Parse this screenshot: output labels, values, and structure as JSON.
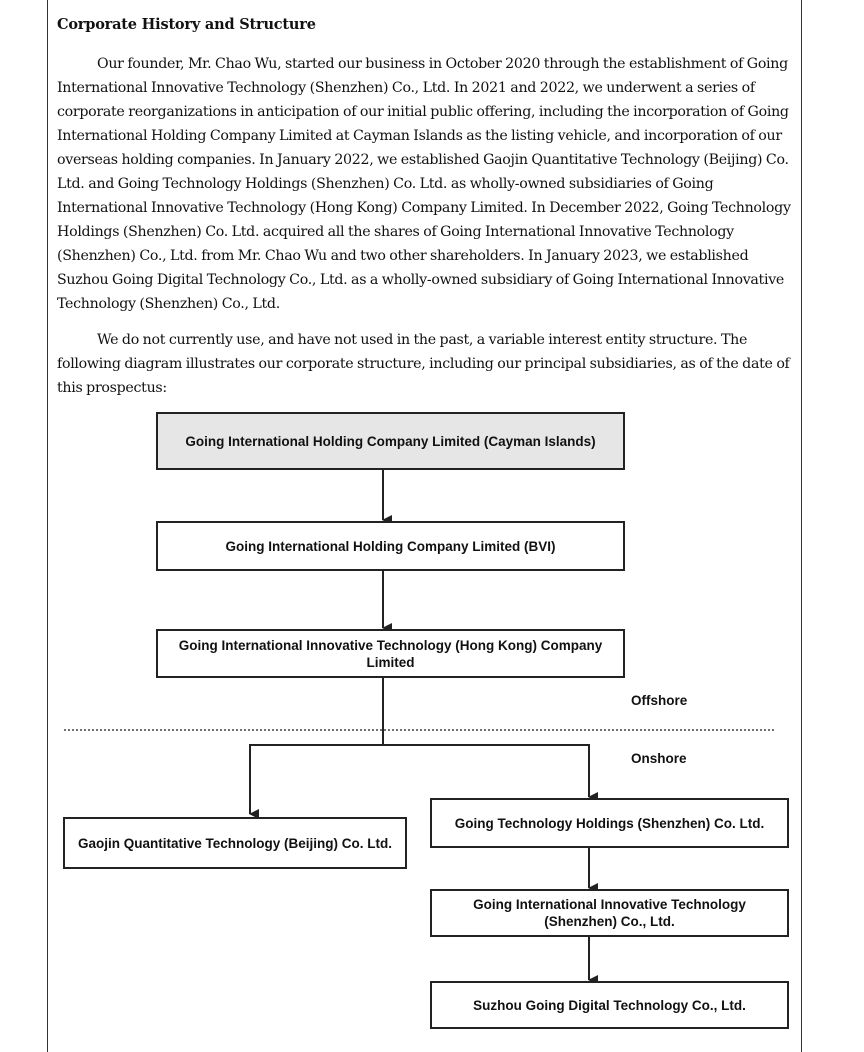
{
  "section": {
    "heading": "Corporate History and Structure",
    "paragraphs": [
      "Our founder, Mr. Chao Wu, started our business in October 2020 through the establishment of Going International Innovative Technology (Shenzhen) Co., Ltd. In 2021 and 2022, we underwent a series of corporate reorganizations in anticipation of our initial public offering, including the incorporation of Going International Holding Company Limited at Cayman Islands as the listing vehicle, and incorporation of our overseas holding companies. In January 2022, we established Gaojin Quantitative Technology (Beijing) Co. Ltd. and Going Technology Holdings (Shenzhen) Co. Ltd. as wholly-owned subsidiaries of Going International Innovative Technology (Hong Kong) Company Limited. In December 2022, Going Technology Holdings (Shenzhen) Co. Ltd. acquired all the shares of Going International Innovative Technology (Shenzhen) Co., Ltd. from Mr. Chao Wu and two other shareholders. In January 2023, we established Suzhou Going Digital Technology Co., Ltd. as a wholly-owned subsidiary of Going International Innovative Technology (Shenzhen) Co., Ltd.",
      "We do not currently use, and have not used in the past, a variable interest entity structure. The following diagram illustrates our corporate structure, including our principal subsidiaries, as of the date of this prospectus:"
    ]
  },
  "diagram": {
    "entities": {
      "cayman": "Going International Holding Company Limited (Cayman Islands)",
      "bvi": "Going International Holding Company Limited (BVI)",
      "hk": "Going International Innovative Technology (Hong Kong) Company Limited",
      "gaojin": "Gaojin Quantitative Technology (Beijing) Co. Ltd.",
      "going_holdings": "Going Technology Holdings (Shenzhen) Co. Ltd.",
      "going_shenzhen": "Going International Innovative Technology (Shenzhen) Co., Ltd.",
      "suzhou": "Suzhou Going Digital Technology Co., Ltd."
    },
    "regions": {
      "offshore": "Offshore",
      "onshore": "Onshore"
    },
    "colors": {
      "root_fill": "#e6e6e6",
      "box_fill": "#ffffff",
      "line": "#222222"
    }
  }
}
